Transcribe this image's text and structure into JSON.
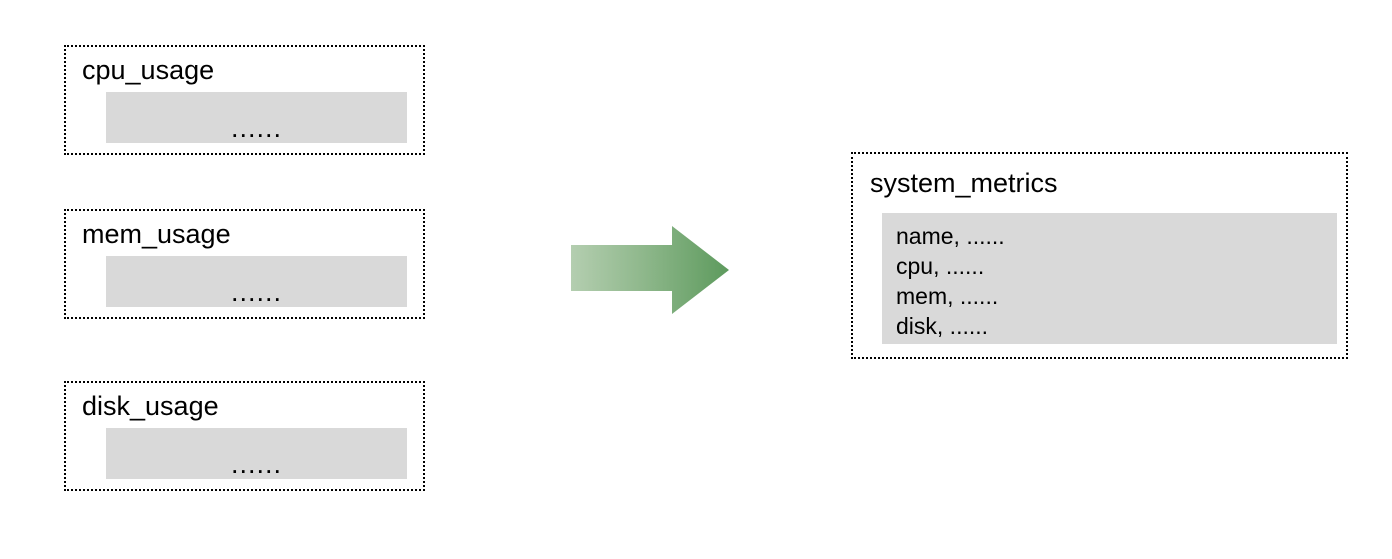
{
  "diagram": {
    "background_color": "#ffffff",
    "box_fill_color": "#d9d9d9",
    "border_color": "#000000",
    "arrow": {
      "name": "transform-arrow",
      "direction": "right",
      "gradient_start_color": "#a8c6a4",
      "gradient_end_color": "#5d9a5d"
    },
    "sources": [
      {
        "title": "cpu_usage",
        "body_text": "......"
      },
      {
        "title": "mem_usage",
        "body_text": "......"
      },
      {
        "title": "disk_usage",
        "body_text": "......"
      }
    ],
    "target": {
      "title": "system_metrics",
      "rows": [
        "name, ......",
        "cpu, ......",
        "mem, ......",
        "disk, ......"
      ]
    }
  }
}
